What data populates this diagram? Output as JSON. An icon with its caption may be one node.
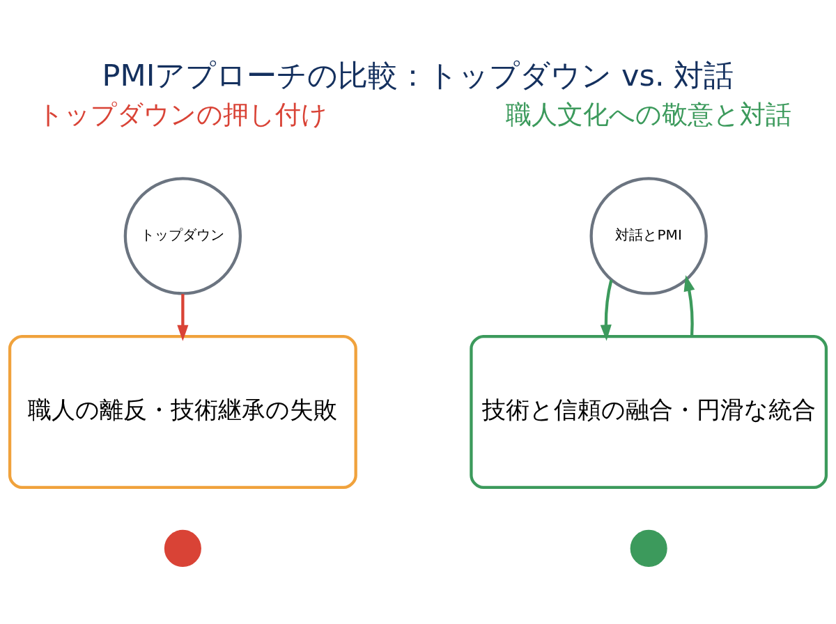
{
  "diagram": {
    "title": "PMIアプローチの比較：トップダウン vs. 対話",
    "nodes": [
      {
        "text": [
          "トップダウン"
        ]
      },
      {
        "text": [
          "対話とPMI"
        ]
      },
      {
        "text": [
          "職人の離反・技術継承の失敗"
        ]
      },
      {
        "text": [
          "技術と信頼の融合・円滑な統合"
        ]
      },
      {
        "text": [],
        "shape": "circle"
      },
      {
        "text": [],
        "shape": "circle"
      }
    ],
    "edges": [
      {
        "from": 0,
        "to": 2,
        "arrow": "to",
        "color": "#d94336"
      },
      {
        "from": 1,
        "to": 3,
        "arrow": "to",
        "color": "#3c9a5c"
      },
      {
        "from": 3,
        "to": 1,
        "arrow": "to",
        "color": "#3c9a5c"
      }
    ],
    "labels": [
      "トップダウンの押し付け",
      "職人文化への敬意と対話"
    ]
  }
}
